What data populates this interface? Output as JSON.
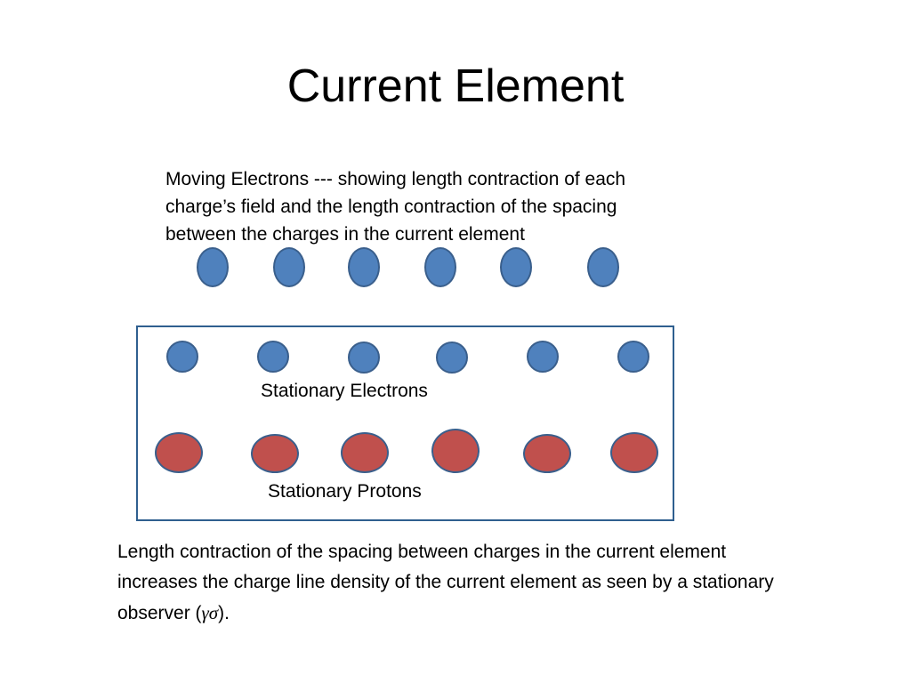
{
  "slide": {
    "title": "Current Element"
  },
  "moving_electrons": {
    "caption_lines": [
      "Moving Electrons --- showing length contraction of each",
      "charge’s field and the length contraction of the spacing",
      "between the charges in the current element"
    ],
    "count": 6,
    "color": "#4f81bd"
  },
  "current_element": {
    "frame_color": "#2f5f8f",
    "stationary_electrons": {
      "label": "Stationary Electrons",
      "count": 6,
      "color": "#4f81bd"
    },
    "stationary_protons": {
      "label": "Stationary Protons",
      "count": 6,
      "color": "#c0504d"
    }
  },
  "conclusion": {
    "line1": "Length contraction of the spacing between charges in the current element",
    "line2": "increases the charge line density of the current element as seen by a stationary",
    "line3_prefix": "observer (",
    "line3_symbol": "γσ",
    "line3_suffix": ")."
  }
}
